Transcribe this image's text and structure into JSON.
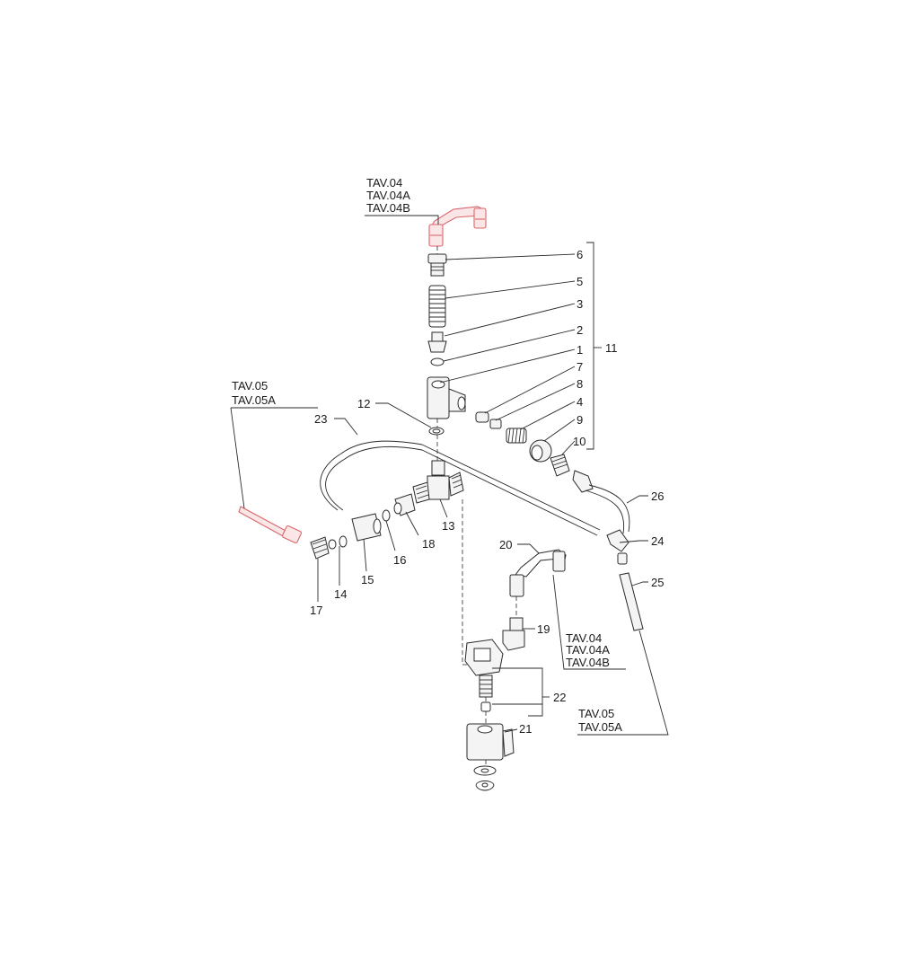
{
  "diagram": {
    "callouts": [
      {
        "id": "c6",
        "label": "6"
      },
      {
        "id": "c5",
        "label": "5"
      },
      {
        "id": "c3",
        "label": "3"
      },
      {
        "id": "c2",
        "label": "2"
      },
      {
        "id": "c1",
        "label": "1"
      },
      {
        "id": "c7",
        "label": "7"
      },
      {
        "id": "c8",
        "label": "8"
      },
      {
        "id": "c4",
        "label": "4"
      },
      {
        "id": "c9",
        "label": "9"
      },
      {
        "id": "c10",
        "label": "10"
      },
      {
        "id": "c11",
        "label": "11"
      },
      {
        "id": "c12",
        "label": "12"
      },
      {
        "id": "c23",
        "label": "23"
      },
      {
        "id": "c13",
        "label": "13"
      },
      {
        "id": "c18",
        "label": "18"
      },
      {
        "id": "c16",
        "label": "16"
      },
      {
        "id": "c15",
        "label": "15"
      },
      {
        "id": "c14",
        "label": "14"
      },
      {
        "id": "c17",
        "label": "17"
      },
      {
        "id": "c26",
        "label": "26"
      },
      {
        "id": "c24",
        "label": "24"
      },
      {
        "id": "c25",
        "label": "25"
      },
      {
        "id": "c20",
        "label": "20"
      },
      {
        "id": "c19",
        "label": "19"
      },
      {
        "id": "c22",
        "label": "22"
      },
      {
        "id": "c21",
        "label": "21"
      }
    ],
    "ref_groups": [
      {
        "id": "tav04-top",
        "lines": [
          "TAV.04",
          "TAV.04A",
          "TAV.04B"
        ]
      },
      {
        "id": "tav05-left",
        "lines": [
          "TAV.05",
          "TAV.05A"
        ]
      },
      {
        "id": "tav04-right",
        "lines": [
          "TAV.04",
          "TAV.04A",
          "TAV.04B"
        ]
      },
      {
        "id": "tav05-right",
        "lines": [
          "TAV.05",
          "TAV.05A"
        ]
      }
    ],
    "highlight_color": "#d9666a",
    "line_color": "#2a2a2a"
  }
}
